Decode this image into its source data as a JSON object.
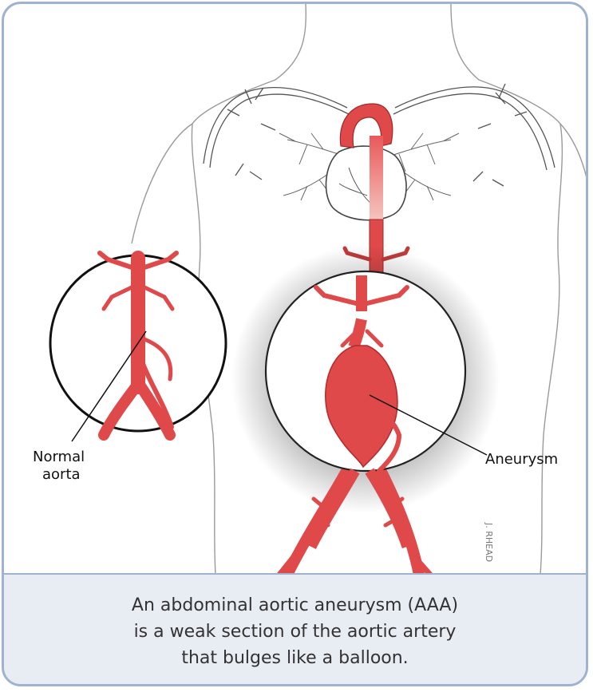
{
  "labels": {
    "normal_line1": "Normal",
    "normal_line2": "aorta",
    "aneurysm": "Aneurysm"
  },
  "signature": "J. RHEAD",
  "caption": {
    "line1": "An abdominal aortic aneurysm (AAA)",
    "line2": "is a weak section of the aortic artery",
    "line3": "that bulges like a balloon."
  },
  "colors": {
    "frame": "#9fb3d1",
    "caption_bg": "#e8ecf3",
    "artery": "#e0494a",
    "artery_dark": "#b42a2b",
    "outline": "#8a8a8a"
  }
}
